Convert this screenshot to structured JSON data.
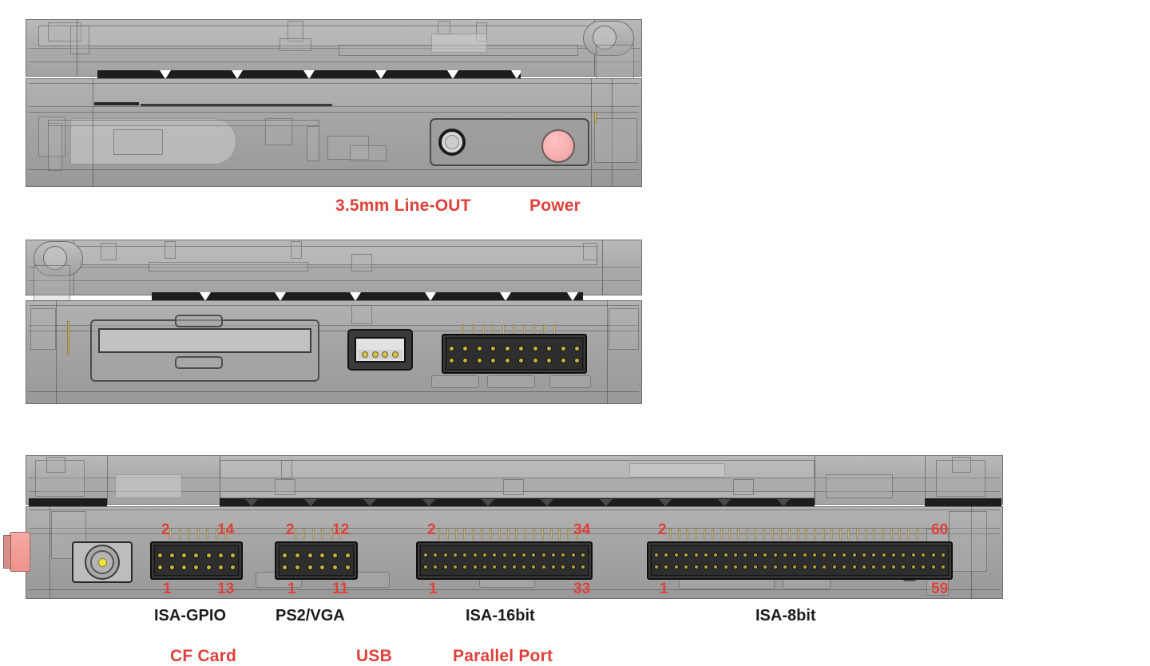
{
  "document": {
    "title": "Device I/O Port Identification Diagram",
    "background_color": "#ffffff",
    "accent_red": "#e0403a",
    "label_black": "#1c1c1c"
  },
  "views": [
    {
      "id": "view-top-edge",
      "name": "front-edge-view",
      "labels": [
        {
          "text": "3.5mm Line-OUT",
          "color": "#e0403a"
        },
        {
          "text": "Power",
          "color": "#e0403a"
        }
      ],
      "ports": [
        {
          "name": "audio-line-out-jack",
          "type": "3.5mm-jack"
        },
        {
          "name": "power-button",
          "type": "button",
          "color": "#f7aeae"
        }
      ]
    },
    {
      "id": "view-side-edge",
      "name": "side-edge-view",
      "labels": [
        {
          "text": "CF Card",
          "color": "#e0403a"
        },
        {
          "text": "USB",
          "color": "#e0403a"
        },
        {
          "text": "Parallel Port",
          "color": "#e0403a"
        }
      ],
      "ports": [
        {
          "name": "cf-card-slot",
          "type": "card-slot"
        },
        {
          "name": "usb-port",
          "type": "usb-a",
          "contacts": 4
        },
        {
          "name": "parallel-port-header",
          "type": "idc-header",
          "pins": 20,
          "pins_per_row": 10,
          "rows": 2
        }
      ]
    },
    {
      "id": "view-rear-edge",
      "name": "rear-edge-view",
      "ports": [
        {
          "name": "dc-power-jack",
          "type": "barrel-jack"
        },
        {
          "name": "isa-gpio-header",
          "label": "ISA-GPIO",
          "type": "idc-header",
          "pins": 14,
          "pins_per_row": 7,
          "rows": 2,
          "pin_markers": {
            "top_left": "2",
            "top_right": "14",
            "bottom_left": "1",
            "bottom_right": "13"
          }
        },
        {
          "name": "ps2-vga-header",
          "label": "PS2/VGA",
          "type": "idc-header",
          "pins": 12,
          "pins_per_row": 6,
          "rows": 2,
          "pin_markers": {
            "top_left": "2",
            "top_right": "12",
            "bottom_left": "1",
            "bottom_right": "11"
          }
        },
        {
          "name": "isa-16bit-header",
          "label": "ISA-16bit",
          "type": "idc-header",
          "pins": 34,
          "pins_per_row": 17,
          "rows": 2,
          "pin_markers": {
            "top_left": "2",
            "top_right": "34",
            "bottom_left": "1",
            "bottom_right": "33"
          }
        },
        {
          "name": "isa-8bit-header",
          "label": "ISA-8bit",
          "type": "idc-header",
          "pins": 60,
          "pins_per_row": 30,
          "rows": 2,
          "pin_markers": {
            "top_left": "2",
            "top_right": "60",
            "bottom_left": "1",
            "bottom_right": "59"
          }
        }
      ]
    }
  ],
  "labels": {
    "line_out": "3.5mm Line-OUT",
    "power": "Power",
    "cf_card": "CF Card",
    "usb": "USB",
    "parallel_port": "Parallel Port",
    "isa_gpio": "ISA-GPIO",
    "ps2_vga": "PS2/VGA",
    "isa_16bit": "ISA-16bit",
    "isa_8bit": "ISA-8bit"
  },
  "pin_numbers": {
    "gpio_top_left": "2",
    "gpio_top_right": "14",
    "gpio_bottom_left": "1",
    "gpio_bottom_right": "13",
    "ps2_top_left": "2",
    "ps2_top_right": "12",
    "ps2_bottom_left": "1",
    "ps2_bottom_right": "11",
    "isa16_top_left": "2",
    "isa16_top_right": "34",
    "isa16_bottom_left": "1",
    "isa16_bottom_right": "33",
    "isa8_top_left": "2",
    "isa8_top_right": "60",
    "isa8_bottom_left": "1",
    "isa8_bottom_right": "59"
  }
}
